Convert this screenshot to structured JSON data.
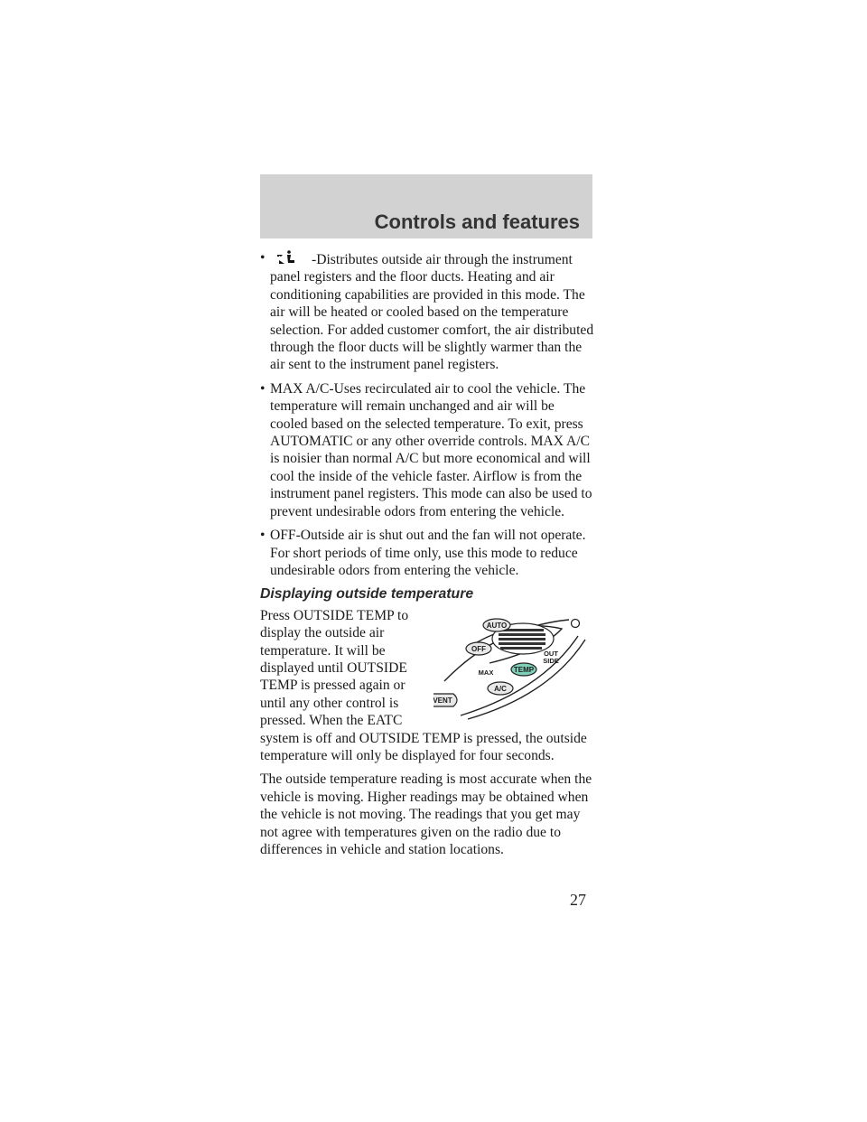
{
  "header": {
    "title": "Controls and features"
  },
  "bullets": [
    {
      "icon": "floor-panel-mode-icon",
      "text": "-Distributes outside air through the instrument panel registers and the floor ducts. Heating and air conditioning capabilities are provided in this mode. The air will be heated or cooled based on the temperature selection. For added customer comfort, the air distributed through the floor ducts will be slightly warmer than the air sent to the instrument panel registers."
    },
    {
      "text": "MAX A/C-Uses recirculated air to cool the vehicle. The temperature will remain unchanged and air will be cooled based on the selected temperature. To exit, press AUTOMATIC or any other override controls. MAX A/C is noisier than normal A/C but more economical and will cool the inside of the vehicle faster. Airflow is from the instrument panel registers. This mode can also be used to prevent undesirable odors from entering the vehicle."
    },
    {
      "text": "OFF-Outside air is shut out and the fan will not operate. For short periods of time only, use this mode to reduce undesirable odors from entering the vehicle."
    }
  ],
  "section": {
    "heading": "Displaying outside temperature",
    "para1": "Press OUTSIDE TEMP to display the outside air temperature. It will be displayed until OUTSIDE TEMP is pressed again or until any other control is pressed. When the EATC system is off and OUTSIDE TEMP is pressed, the outside temperature will only be displayed for four seconds.",
    "para2": "The outside temperature reading is most accurate when the vehicle is moving. Higher readings may be obtained when the vehicle is not moving. The readings that you get may not agree with temperatures given on the radio due to differences in vehicle and station locations."
  },
  "panel": {
    "auto": "AUTO",
    "off": "OFF",
    "max": "MAX",
    "temp": "TEMP",
    "out": "OUT",
    "side": "SIDE",
    "ac": "A/C",
    "vent": "VENT",
    "temp_button_color": "#7fd0b8"
  },
  "page_number": "27"
}
